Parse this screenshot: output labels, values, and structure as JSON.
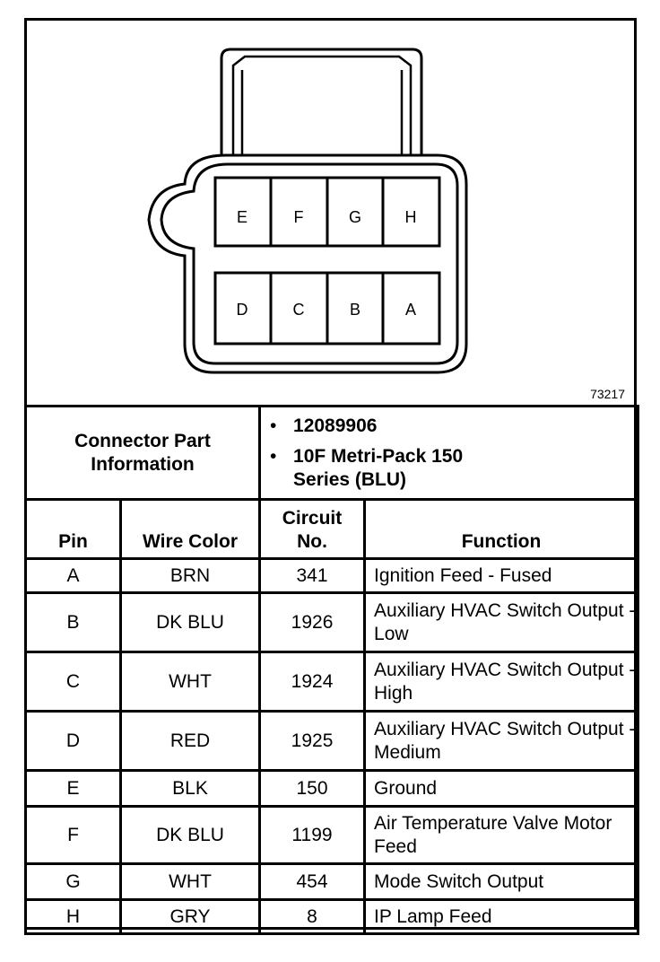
{
  "connector": {
    "cavities_top": [
      "E",
      "F",
      "G",
      "H"
    ],
    "cavities_bottom": [
      "D",
      "C",
      "B",
      "A"
    ],
    "figure_number": "73217"
  },
  "part_info": {
    "label": "Connector Part Information",
    "items": [
      "12089906",
      "10F Metri-Pack 150 Series (BLU)"
    ]
  },
  "table": {
    "headers": {
      "pin": "Pin",
      "wire_color": "Wire Color",
      "circuit": "Circuit No.",
      "function": "Function"
    },
    "rows": [
      {
        "pin": "A",
        "wire_color": "BRN",
        "circuit": "341",
        "function": "Ignition Feed - Fused"
      },
      {
        "pin": "B",
        "wire_color": "DK BLU",
        "circuit": "1926",
        "function": "Auxiliary HVAC Switch Output - Low"
      },
      {
        "pin": "C",
        "wire_color": "WHT",
        "circuit": "1924",
        "function": "Auxiliary HVAC Switch Output - High"
      },
      {
        "pin": "D",
        "wire_color": "RED",
        "circuit": "1925",
        "function": "Auxiliary HVAC Switch Output - Medium"
      },
      {
        "pin": "E",
        "wire_color": "BLK",
        "circuit": "150",
        "function": "Ground"
      },
      {
        "pin": "F",
        "wire_color": "DK BLU",
        "circuit": "1199",
        "function": "Air Temperature Valve Motor Feed"
      },
      {
        "pin": "G",
        "wire_color": "WHT",
        "circuit": "454",
        "function": "Mode Switch Output"
      },
      {
        "pin": "H",
        "wire_color": "GRY",
        "circuit": "8",
        "function": "IP Lamp Feed"
      }
    ]
  }
}
